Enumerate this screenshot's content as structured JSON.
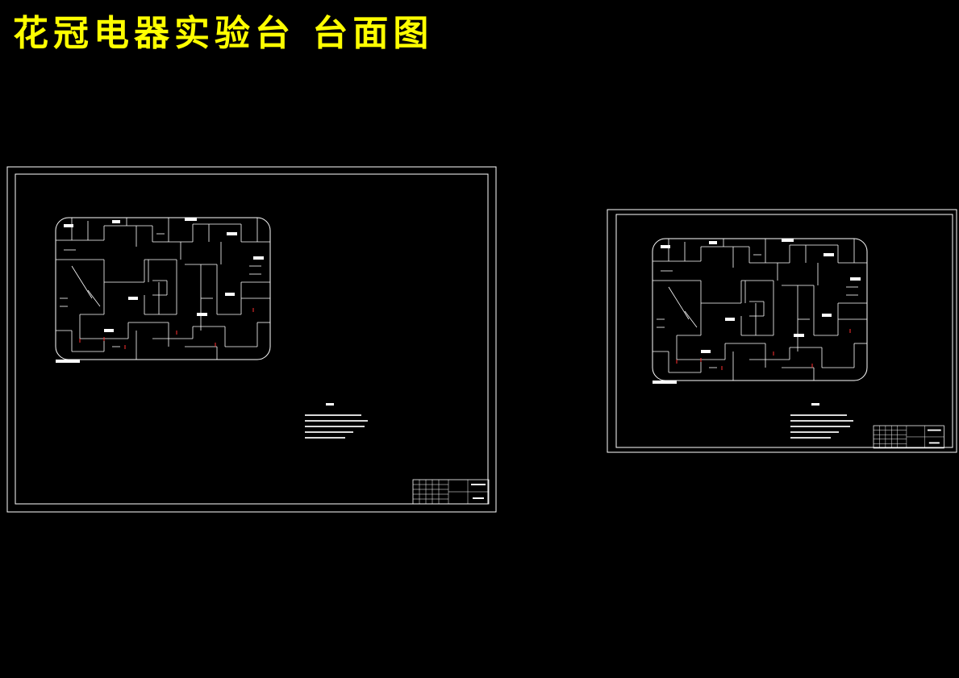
{
  "title": "花冠电器实验台 台面图",
  "colors": {
    "background": "#000000",
    "title": "#ffff00",
    "lines": "#ffffff",
    "marks": "#ff3030"
  },
  "sheets": [
    {
      "name": "sheet-1-tabletop-drawing"
    },
    {
      "name": "sheet-2-tabletop-drawing"
    }
  ]
}
